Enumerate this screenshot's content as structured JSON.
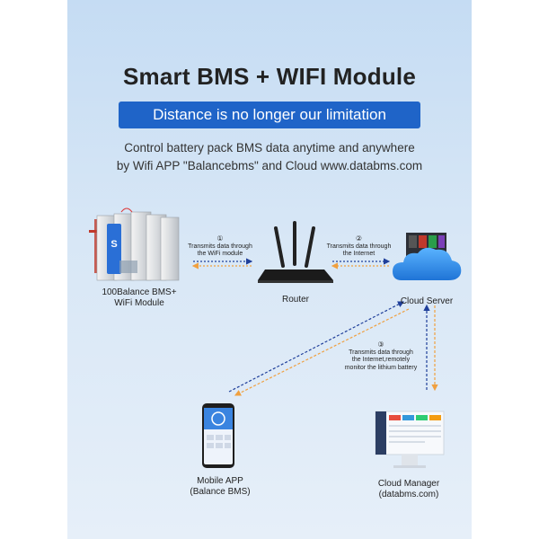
{
  "title": "Smart BMS + WIFI Module",
  "banner": "Distance is no longer our limitation",
  "subtitle_line1": "Control battery pack BMS data anytime and anywhere",
  "subtitle_line2": "by Wifi APP \"Balancebms\" and Cloud www.databms.com",
  "nodes": {
    "battery_line1": "100Balance BMS+",
    "battery_line2": "WiFi Module",
    "router": "Router",
    "cloud_server": "Cloud Server",
    "mobile_line1": "Mobile APP",
    "mobile_line2": "(Balance BMS)",
    "manager_line1": "Cloud Manager",
    "manager_line2": "(databms.com)"
  },
  "steps": [
    {
      "num": "①",
      "line1": "Transmits data through",
      "line2": "the WiFi module",
      "line3": ""
    },
    {
      "num": "②",
      "line1": "Transmits data through",
      "line2": "the Internet",
      "line3": ""
    },
    {
      "num": "③",
      "line1": "Transmits data through",
      "line2": "the Internet,remotely",
      "line3": "monitor the lithium battery"
    }
  ],
  "colors": {
    "banner": "#1f64c8",
    "link_blue": "#1f3f9a",
    "link_orange": "#f0a040",
    "cloud": "#2d8be0"
  },
  "icons": [
    "battery-pack-icon",
    "router-icon",
    "cloud-server-icon",
    "smartphone-icon",
    "monitor-icon"
  ]
}
